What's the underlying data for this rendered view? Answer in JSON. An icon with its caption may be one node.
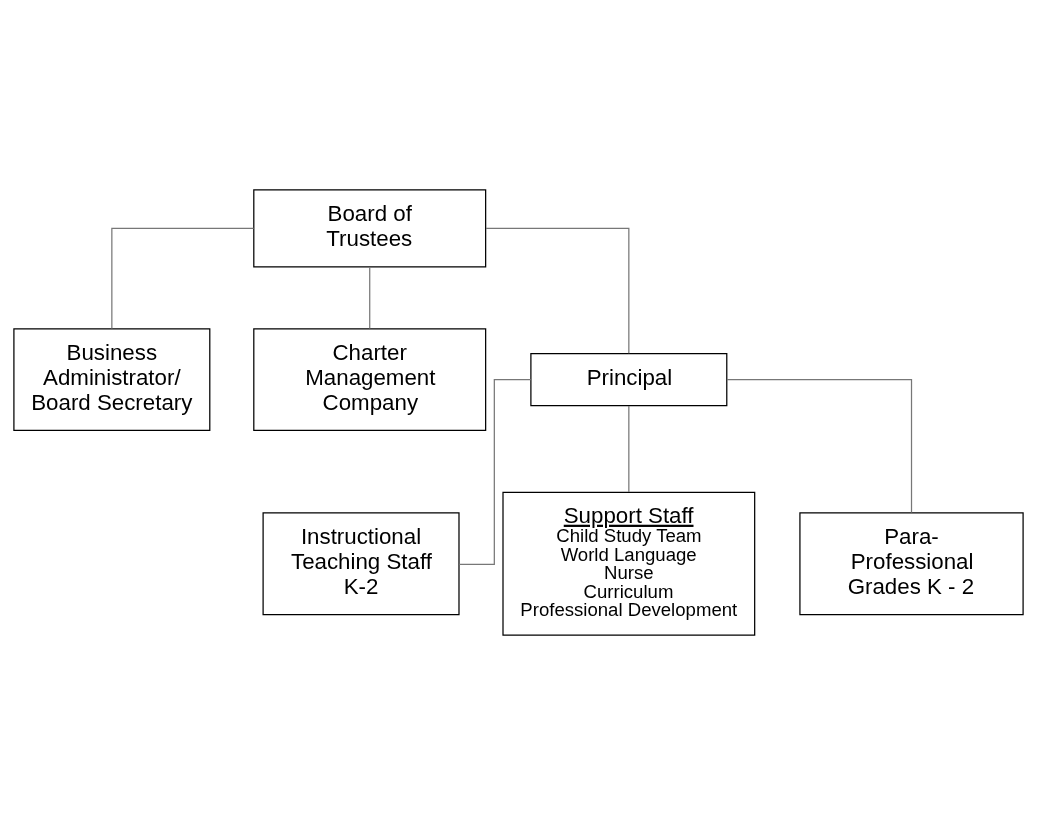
{
  "diagram": {
    "nodes": [
      {
        "text": [
          "Board of Trustees"
        ]
      },
      {
        "text": [
          "Business Administrator/ Board Secretary"
        ]
      },
      {
        "text": [
          "Charter Management Company"
        ]
      },
      {
        "text": [
          "Principal"
        ]
      },
      {
        "text": [
          "Instructional Teaching Staff K-2"
        ]
      },
      {
        "text": [
          "Support Staff",
          "Child Study Team",
          "World Language",
          "Nurse",
          "Curriculum",
          "Professional Development"
        ]
      },
      {
        "text": [
          "Para-Professional Grades K - 2"
        ]
      }
    ],
    "edges": [
      {
        "from": 0,
        "to": 1,
        "arrow": "none"
      },
      {
        "from": 0,
        "to": 3,
        "arrow": "none"
      },
      {
        "from": 0,
        "to": 2,
        "arrow": "none"
      },
      {
        "from": 3,
        "to": 4,
        "arrow": "none"
      },
      {
        "from": 3,
        "to": 5,
        "arrow": "none"
      },
      {
        "from": 3,
        "to": 6,
        "arrow": "none"
      }
    ]
  }
}
